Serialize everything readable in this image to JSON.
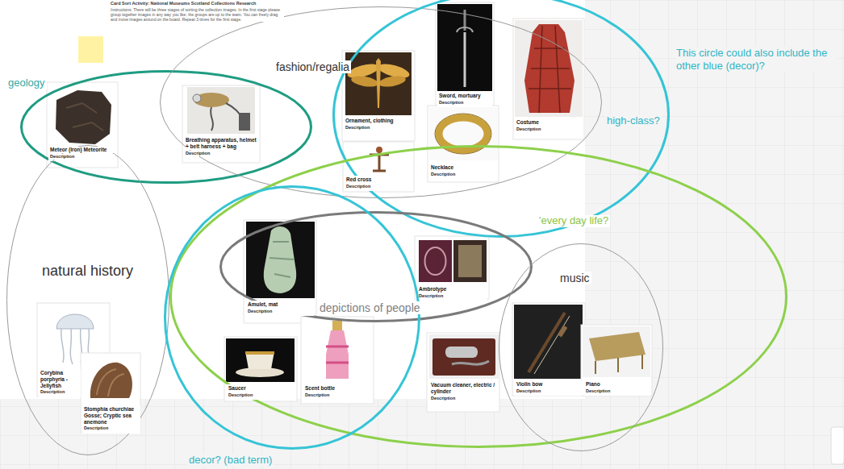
{
  "diagram": {
    "title": "Card Sort Activity: National Museums Scotland Collections Research",
    "nodes": [
      {
        "text": [
          "geology"
        ]
      },
      {
        "text": [
          "Meteor (Iron) Meteorite",
          "Description"
        ],
        "in": 0
      },
      {
        "text": [
          "Breathing apparatus, helmet + belt harness + bag",
          "Description"
        ],
        "in": 0
      },
      {
        "text": [
          "fashion/regalia"
        ]
      },
      {
        "text": [
          "high-class?"
        ]
      },
      {
        "text": [
          "Ornament, clothing",
          "Description"
        ],
        "in": 4
      },
      {
        "text": [
          "Sword, mortuary",
          "Description"
        ],
        "in": 4
      },
      {
        "text": [
          "Costume",
          "Description"
        ],
        "in": 4
      },
      {
        "text": [
          "Red cross",
          "Description"
        ],
        "in": 4
      },
      {
        "text": [
          "Necklace",
          "Description"
        ],
        "in": 4
      },
      {
        "text": [
          "natural history"
        ]
      },
      {
        "text": [
          "Corybina porphyria - Jellyfish",
          "Description"
        ],
        "in": 10
      },
      {
        "text": [
          "Stomphia churchiae Gosse; Cryptic sea anemone",
          "Description"
        ],
        "in": 10
      },
      {
        "text": [
          "'every day life?"
        ]
      },
      {
        "text": [
          "depictions of people"
        ],
        "in": 13
      },
      {
        "text": [
          "Amulet, mat",
          "Description"
        ],
        "in": 14
      },
      {
        "text": [
          "Ambrotype",
          "Description"
        ],
        "in": 14
      },
      {
        "text": [
          "Vacuum cleaner, electric / cylinder",
          "Description"
        ],
        "in": 13
      },
      {
        "text": [
          "decor? (bad term)"
        ]
      },
      {
        "text": [
          "Saucer",
          "Description"
        ],
        "in": 18
      },
      {
        "text": [
          "Scent bottle",
          "Description"
        ],
        "in": 18
      },
      {
        "text": [
          "music"
        ]
      },
      {
        "text": [
          "Violin bow",
          "Description"
        ],
        "in": 21
      },
      {
        "text": [
          "Piano",
          "Description"
        ],
        "in": 21
      }
    ],
    "labels": [
      "Instructions: There will be three stages of sorting the collection images. In the first stage please group together images in any way you like; the groups are up to the team. You can freely drag and move images around on the board. Repeat 3 times for the first stage.",
      "This circle could also include the other blue (decor)?"
    ]
  }
}
